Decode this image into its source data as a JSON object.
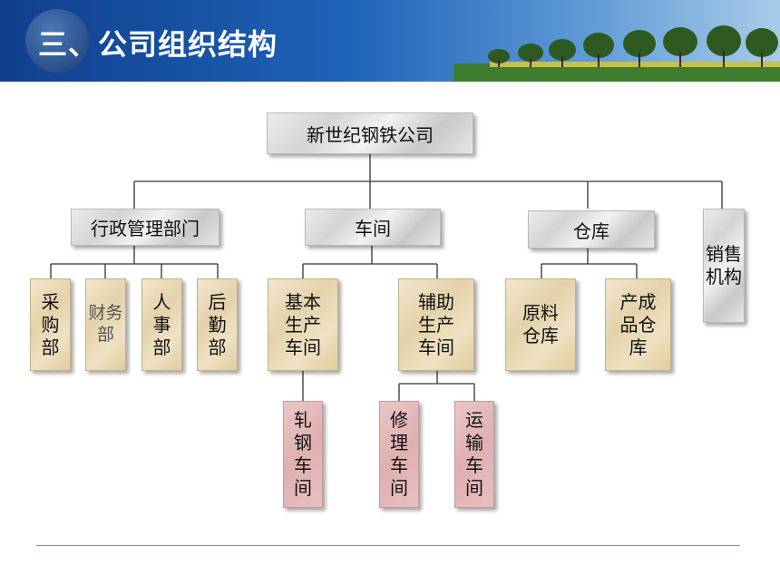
{
  "header": {
    "title": "三、公司组织结构"
  },
  "org": {
    "root": "新世纪钢铁公司",
    "departments": {
      "admin": "行政管理部门",
      "workshop": "车间",
      "warehouse": "仓库",
      "sales": "销售机构"
    },
    "admin_children": [
      "采购部",
      "财务部",
      "人事部",
      "后勤部"
    ],
    "workshop_children": [
      "基本生产车间",
      "辅助生产车间"
    ],
    "basic_children": [
      "轧钢车间"
    ],
    "aux_children": [
      "修理车间",
      "运输车间"
    ],
    "warehouse_children": [
      "原料仓库",
      "产成品仓库"
    ]
  }
}
